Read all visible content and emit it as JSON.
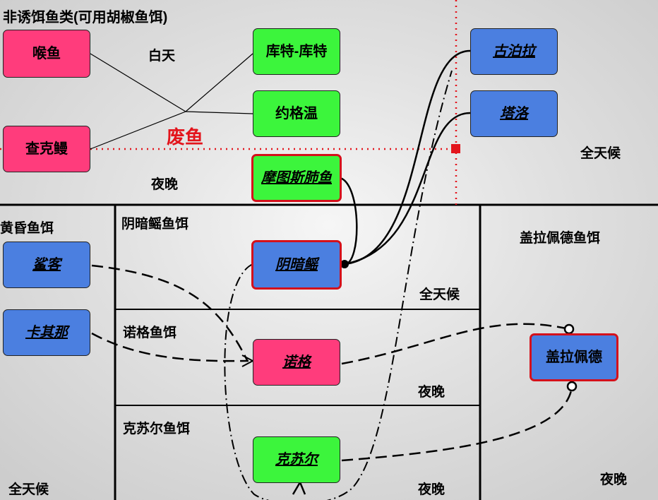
{
  "page_title": "非诱饵鱼类(可用胡椒鱼饵)",
  "waste_label": "废鱼",
  "time_labels": {
    "day": "白天",
    "night_top": "夜晚",
    "all_day_top_right": "全天候",
    "all_day_mid": "全天候",
    "night_nuoge": "夜晚",
    "night_kesuer": "夜晚",
    "all_day_bottom_left": "全天候",
    "night_bottom_right": "夜晚"
  },
  "sections": {
    "twilight_bait": "黄昏鱼饵",
    "yinanyao_bait": "阴暗鳐鱼饵",
    "nuoge_bait": "诺格鱼饵",
    "kesuer_bait": "克苏尔鱼饵",
    "gailapeide_bait": "盖拉佩德鱼饵"
  },
  "fish": {
    "houyu": "喉鱼",
    "chakeman": "查克鳗",
    "kutekute": "库特-库特",
    "yuegewen": "约格温",
    "motusifeiyu": "摩图斯肺鱼",
    "gubola": "古泊拉",
    "taluo": "塔洛",
    "shake": "鲨客",
    "kaqina": "卡其那",
    "yinanyao": "阴暗鳐",
    "nuoge": "诺格",
    "kesuer": "克苏尔",
    "gailapeide": "盖拉佩德"
  },
  "colors": {
    "pink": "#ff3c7c",
    "green": "#3cf53c",
    "blue": "#4b7fe0",
    "red_border": "#d4111b",
    "waste_red": "#e3141c"
  }
}
